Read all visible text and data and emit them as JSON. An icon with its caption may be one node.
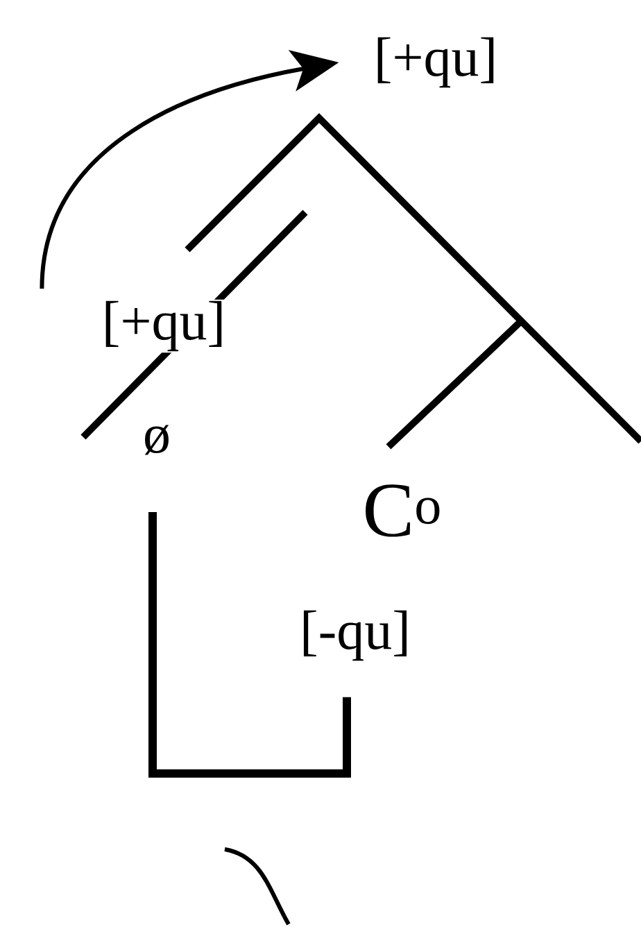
{
  "diagram": {
    "nodes": [
      {
        "text": [
          "[+qu]"
        ]
      },
      {
        "text": [
          "[+qu]"
        ]
      },
      {
        "text": [
          "ø"
        ]
      },
      {
        "text": [
          "C$^{o}$"
        ]
      },
      {
        "text": [
          "[-qu]"
        ]
      }
    ],
    "edges": [
      {
        "from": 1,
        "to": 0,
        "arrow": "to"
      },
      {
        "from": 2,
        "to": 4,
        "arrow": "none",
        "style": "thick"
      }
    ]
  }
}
